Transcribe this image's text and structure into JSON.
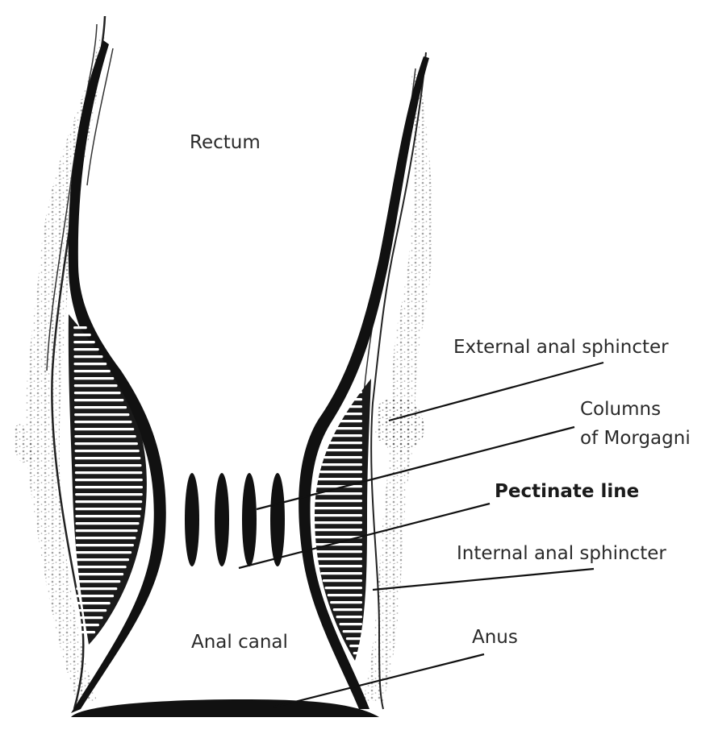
{
  "labels": {
    "rectum": "Rectum",
    "external_anal_sphincter": "External anal sphincter",
    "columns_line1": "Columns",
    "columns_line2": "of Morgagni",
    "pectinate_line": "Pectinate line",
    "internal_anal_sphincter": "Internal anal sphincter",
    "anal_canal": "Anal canal",
    "anus": "Anus"
  },
  "colors": {
    "ink": "#111111",
    "text": "#2a2a2a",
    "background": "#ffffff"
  },
  "icons": {
    "columns_of_morgagni_markers": "black-ellipse"
  }
}
